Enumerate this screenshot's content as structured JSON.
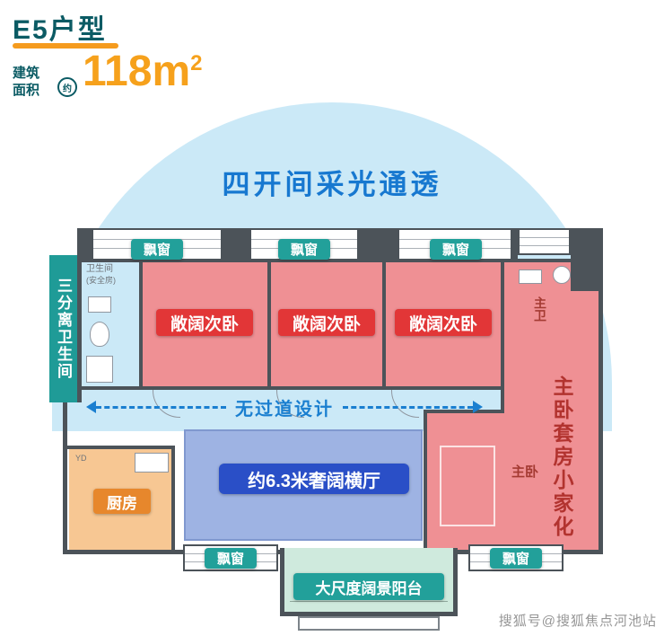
{
  "header": {
    "unit_type": "E5户型",
    "area_label_1": "建筑",
    "area_label_2": "面积",
    "approx": "约",
    "area_value": "118m",
    "area_exponent": "2"
  },
  "hero": {
    "headline": "四开间采光通透"
  },
  "plan": {
    "left_strip": "三分离卫生间",
    "bath_label": "卫生间",
    "bath_sub": "(安全房)",
    "bay_windows": [
      "飘窗",
      "飘窗",
      "飘窗",
      "飘窗",
      "飘窗"
    ],
    "bedrooms": [
      "敞阔次卧",
      "敞阔次卧",
      "敞阔次卧"
    ],
    "no_corridor": "无过道设计",
    "living_badge": "约6.3米奢阔横厅",
    "kitchen_badge": "厨房",
    "kitchen_code": "YD",
    "master_strip": "主卧套房小家化",
    "master_bath": "主卫",
    "master_bed": "主卧",
    "balcony_badge": "大尺度阔景阳台"
  },
  "watermark": "搜狐号@搜狐焦点河池站",
  "colors": {
    "accent_orange": "#f59b1e",
    "title_teal": "#0b5b64",
    "dome_blue": "#cbe9f7",
    "headline_blue": "#1778d0",
    "badge_teal": "#22a09a",
    "badge_red": "#e23637",
    "room_pink": "#ef9094",
    "living_blue": "#9eb3e3",
    "living_badge_blue": "#2a4fc7",
    "kitchen_orange": "#f7c793",
    "kitchen_badge_orange": "#e7872c",
    "balcony_green": "#cfeadd",
    "wall_gray": "#4c5359"
  }
}
